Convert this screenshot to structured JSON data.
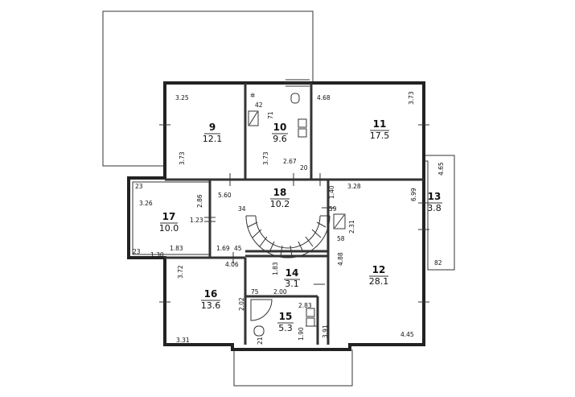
{
  "rooms": [
    {
      "id": "9",
      "number": "9",
      "area": "12.1"
    },
    {
      "id": "10",
      "number": "10",
      "area": "9.6"
    },
    {
      "id": "11",
      "number": "11",
      "area": "17.5"
    },
    {
      "id": "12",
      "number": "12",
      "area": "28.1"
    },
    {
      "id": "13",
      "number": "13",
      "area": "3.8"
    },
    {
      "id": "14",
      "number": "14",
      "area": "3.1"
    },
    {
      "id": "15",
      "number": "15",
      "area": "5.3"
    },
    {
      "id": "16",
      "number": "16",
      "area": "13.6"
    },
    {
      "id": "17",
      "number": "17",
      "area": "10.0"
    },
    {
      "id": "18",
      "number": "18",
      "area": "10.2"
    }
  ],
  "dimensions": {
    "d9_w": "3.25",
    "d9_h": "3.73",
    "d10_42": "42",
    "d10_71": "71",
    "d10_h": "3.73",
    "d10_w": "2.67",
    "d10_20": "20",
    "d11_w": "4.68",
    "d11_h": "3.73",
    "d13_h1": "4.65",
    "d13_82": "82",
    "d17_23a": "23",
    "d17_w": "3.26",
    "d17_h": "2.86",
    "d17_123": "1.23",
    "d17_183": "1.83",
    "d17_23b": "23",
    "d17_130": "1.30",
    "d18_w": "5.60",
    "d18_34": "34",
    "d18_140": "1.40",
    "d18_59": "59",
    "d18_169": "1.69",
    "d18_45": "45",
    "d12_w": "3.28",
    "d12_699": "6.99",
    "d12_231": "2.31",
    "d12_58": "58",
    "d12_488": "4.88",
    "d12_445": "4.45",
    "d14_183": "1.83",
    "d14_200": "2.00",
    "d16_372": "3.72",
    "d16_406": "4.06",
    "d16_75": "75",
    "d16_202": "2.02",
    "d16_331": "3.31",
    "d15_283": "2.83",
    "d15_21": "21",
    "d15_190": "1.90",
    "d15_391": "3.91"
  }
}
